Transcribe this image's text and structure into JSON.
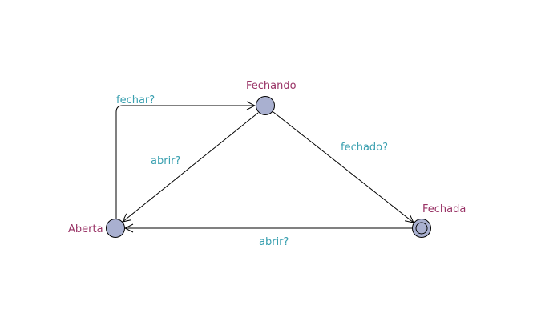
{
  "colors": {
    "background": "#ffffff",
    "state_fill": "#a9b0d0",
    "state_stroke": "#000000",
    "state_label": "#993366",
    "edge_label": "#3aa0b0",
    "edge_stroke": "#000000"
  },
  "states": {
    "fechando": {
      "label": "Fechando",
      "initial": false
    },
    "aberta": {
      "label": "Aberta",
      "initial": false
    },
    "fechada": {
      "label": "Fechada",
      "initial": true
    }
  },
  "edges": {
    "fechar": {
      "from": "Aberta",
      "to": "Fechando",
      "label": "fechar?"
    },
    "abrir_from_fechando": {
      "from": "Fechando",
      "to": "Aberta",
      "label": "abrir?"
    },
    "fechado": {
      "from": "Fechando",
      "to": "Fechada",
      "label": "fechado?"
    },
    "abrir_from_fechada": {
      "from": "Fechada",
      "to": "Aberta",
      "label": "abrir?"
    }
  }
}
